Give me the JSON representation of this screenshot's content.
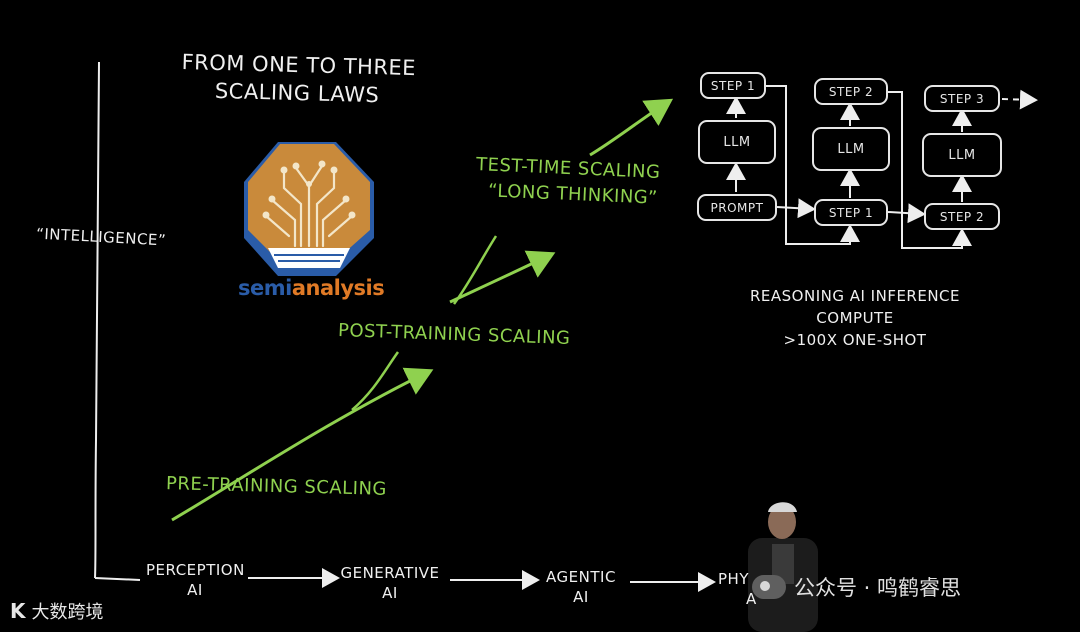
{
  "title": {
    "line1": "FROM ONE TO THREE",
    "line2": "SCALING LAWS"
  },
  "y_axis_label": "“INTELLIGENCE”",
  "logo": {
    "text_part1": "semi",
    "text_part2": "analysis",
    "color_blue": "#2a5ca8",
    "color_orange": "#e07a26"
  },
  "x_axis_stages": [
    {
      "line1": "PERCEPTION",
      "line2": "AI"
    },
    {
      "line1": "GENERATIVE",
      "line2": "AI"
    },
    {
      "line1": "AGENTIC",
      "line2": "AI"
    },
    {
      "line1": "PHY",
      "line2": "A"
    }
  ],
  "scaling_laws": {
    "pre_training": "PRE-TRAINING SCALING",
    "post_training": "POST-TRAINING SCALING",
    "test_time_line1": "TEST-TIME SCALING",
    "test_time_line2": "“LONG THINKING”"
  },
  "reasoning_diagram": {
    "prompt": "PROMPT",
    "llm": "LLM",
    "columns": [
      {
        "output": "STEP 1",
        "input": "PROMPT"
      },
      {
        "output": "STEP 2",
        "input": "STEP 1"
      },
      {
        "output": "STEP 3",
        "input": "STEP 2"
      }
    ]
  },
  "caption": {
    "line1": "REASONING AI INFERENCE",
    "line2": "COMPUTE",
    "line3": ">100X ONE-SHOT"
  },
  "watermarks": {
    "right": "公众号 · 鸣鹤睿思",
    "left_brand": "大数跨境",
    "left_mark": "K"
  },
  "colors": {
    "background": "#000000",
    "chalk_white": "#f0f0f0",
    "scaling_green": "#8fd14f"
  }
}
